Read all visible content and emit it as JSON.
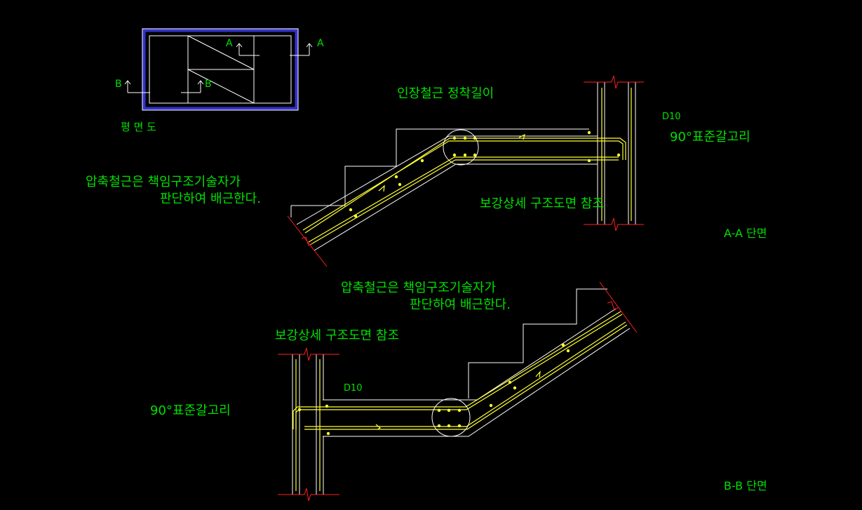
{
  "plan": {
    "label": "평 면 도",
    "mark_a1": "A",
    "mark_a2": "A",
    "mark_b1": "B",
    "mark_b2": "B"
  },
  "section_aa": {
    "title": "A-A 단면",
    "anchor_note": "인장철근 정착길이",
    "bar_note": "D10",
    "hook_note": "90°표준갈고리",
    "compression_note_1": "압축철근은 책임구조기술자가",
    "compression_note_2": "판단하여 배근한다.",
    "detail_note": "보강상세 구조도면 참조"
  },
  "section_bb": {
    "title": "B-B 단면",
    "compression_note_1": "압축철근은 책임구조기술자가",
    "compression_note_2": "판단하여 배근한다.",
    "detail_note": "보강상세 구조도면 참조",
    "bar_note": "D10",
    "hook_note": "90°표준갈고리"
  },
  "colors": {
    "background": "#000000",
    "text": "#00e000",
    "structure": "#ffffff",
    "rebar": "#ffff33",
    "break_line": "#ff2020",
    "plan_frame": "#3333cc"
  }
}
